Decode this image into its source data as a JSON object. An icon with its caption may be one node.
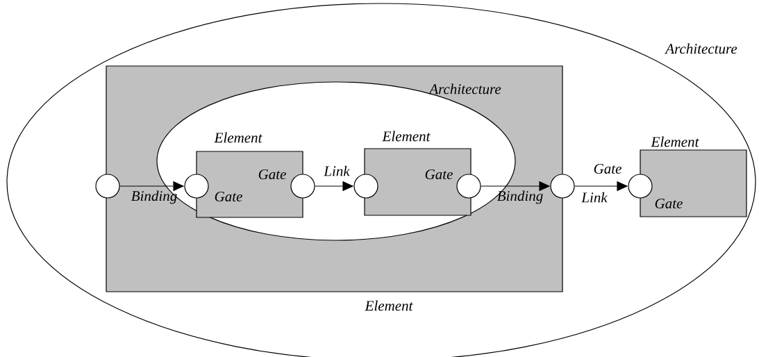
{
  "diagram": {
    "nodes": [
      {
        "text": [
          "Architecture"
        ]
      },
      {
        "text": [
          "Element"
        ],
        "in": 0
      },
      {
        "text": [
          "Architecture"
        ],
        "in": 1
      },
      {
        "text": [
          "Element"
        ],
        "in": 2
      },
      {
        "text": [
          "Element"
        ],
        "in": 2
      },
      {
        "text": [
          "Element"
        ],
        "in": 0
      },
      {
        "text": [],
        "shape": "circle",
        "in": 0
      },
      {
        "text": [],
        "shape": "circle",
        "beside": [
          "Gate"
        ],
        "in": 2
      },
      {
        "text": [],
        "shape": "circle",
        "beside": [
          "Gate"
        ],
        "in": 2
      },
      {
        "text": [],
        "shape": "circle",
        "in": 2
      },
      {
        "text": [],
        "shape": "circle",
        "beside": [
          "Gate"
        ],
        "in": 2
      },
      {
        "text": [],
        "shape": "circle",
        "in": 0
      },
      {
        "text": [],
        "shape": "circle",
        "beside": [
          "Gate",
          "Gate"
        ],
        "in": 0
      }
    ],
    "edges": [
      {
        "from": 6,
        "to": 7,
        "arrow": "to",
        "label": "Binding"
      },
      {
        "from": 8,
        "to": 9,
        "arrow": "to",
        "label": "Link"
      },
      {
        "from": 10,
        "to": 11,
        "arrow": "to",
        "label": "Binding"
      },
      {
        "from": 11,
        "to": 12,
        "arrow": "to",
        "label": "Link"
      }
    ]
  }
}
